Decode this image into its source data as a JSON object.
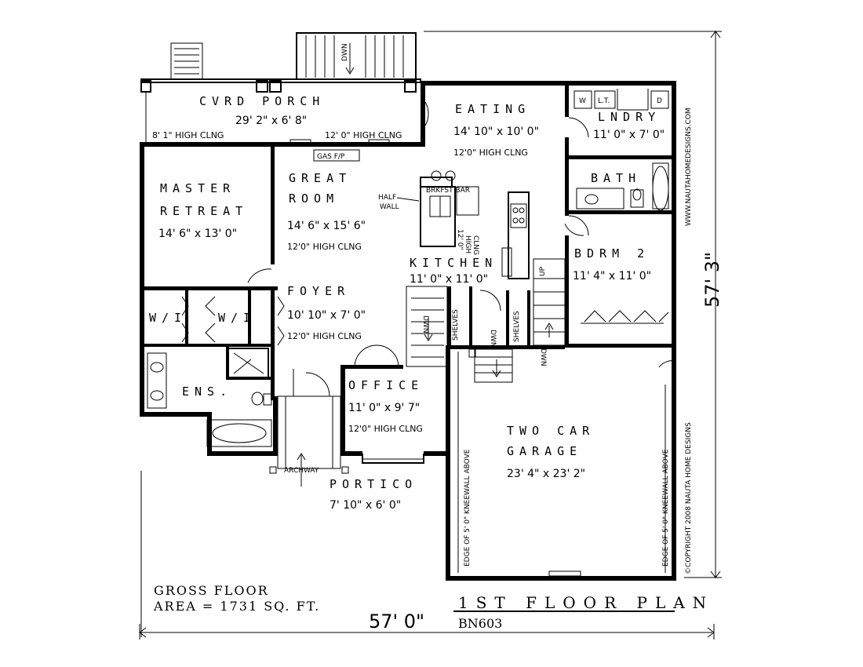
{
  "rooms": {
    "porch": {
      "name": "CVRD PORCH",
      "size": "29' 2\" x 6' 8\"",
      "clng_left": "8' 1\" HIGH CLNG",
      "clng_right": "12' 0\" HIGH CLNG"
    },
    "eating": {
      "name": "EATING",
      "size": "14' 10\" x 10' 0\"",
      "clng": "12'0\" HIGH CLNG"
    },
    "laundry": {
      "name": "LNDRY",
      "size": "11' 0\" x 7' 0\"",
      "w": "W",
      "lt": "L.T.",
      "d": "D"
    },
    "bath": {
      "name": "BATH"
    },
    "master": {
      "name_line1": "MASTER",
      "name_line2": "RETREAT",
      "size": "14' 6\" x 13' 0\""
    },
    "great": {
      "name_line1": "GREAT",
      "name_line2": "ROOM",
      "size": "14' 6\" x 15' 6\"",
      "clng": "12'0\" HIGH CLNG"
    },
    "kitchen": {
      "name": "KITCHEN",
      "size": "11' 0\" x 11' 0\"",
      "clng": [
        "12' 0\"",
        "HIGH",
        "CLNG"
      ],
      "brkfst": "BRKFST BAR"
    },
    "bedroom2": {
      "name": "BDRM 2",
      "size": "11' 4\" x 11' 0\""
    },
    "foyer": {
      "name": "FOYER",
      "size": "10' 10\" x 7' 0\"",
      "clng": "12'0\" HIGH CLNG"
    },
    "wi1": {
      "name": "W/I"
    },
    "wi2": {
      "name": "W/I"
    },
    "ens": {
      "name": "ENS."
    },
    "office": {
      "name": "OFFICE",
      "size": "11' 0\" x 9' 7\"",
      "clng": "12'0\" HIGH CLNG"
    },
    "garage": {
      "name_line1": "TWO CAR",
      "name_line2": "GARAGE",
      "size": "23' 4\" x 23' 2\""
    },
    "portico": {
      "name": "PORTICO",
      "size": "7' 10\" x 6' 0\""
    }
  },
  "notes": {
    "gas_fp": "GAS F/P",
    "half_wall": [
      "HALF",
      "WALL"
    ],
    "shelves": "SHELVES",
    "dwn": "DWN",
    "up": "UP",
    "archway": "ARCHWAY",
    "kneewall": "EDGE OF 5' 0\" KNEEWALL ABOVE"
  },
  "dimensions": {
    "width": "57' 0\"",
    "depth": "57' 3\""
  },
  "title": {
    "main": "1ST FLOOR PLAN",
    "code": "BN603"
  },
  "area": {
    "line1": "GROSS FLOOR",
    "line2": "AREA = 1731 SQ. FT."
  },
  "credits": {
    "url": "WWW.NAUTAHOMEDESIGNS.COM",
    "copyright": "©COPYRIGHT 2008 NAUTA HOME DESIGNS"
  }
}
